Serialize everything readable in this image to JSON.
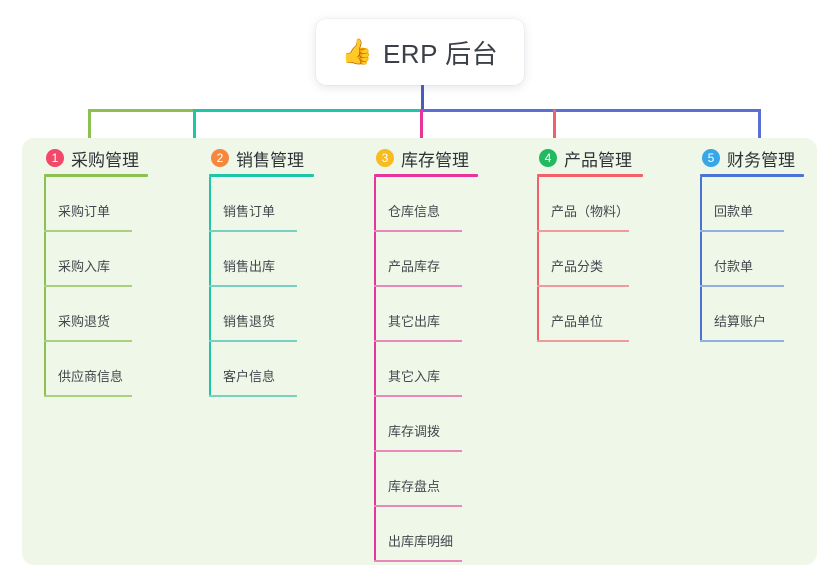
{
  "title": {
    "emoji": "👍",
    "emoji_name": "thumbs-up-emoji",
    "text": "ERP 后台"
  },
  "colors": {
    "panel_bg": "#eef7e8",
    "page_bg": "#ffffff",
    "trunk": "#4a5bbf",
    "bar_left": "#82c341",
    "bar_mid": "#15c39a",
    "bar_right": "#5a6fd4"
  },
  "columns": [
    {
      "number": "1",
      "title": "采购管理",
      "badge_color": "#f2486a",
      "line_color": "#8cc152",
      "item_line_color": "#a9d07a",
      "items": [
        "采购订单",
        "采购入库",
        "采购退货",
        "供应商信息"
      ]
    },
    {
      "number": "2",
      "title": "销售管理",
      "badge_color": "#f5883c",
      "line_color": "#1fc5a8",
      "item_line_color": "#79cfc2",
      "items": [
        "销售订单",
        "销售出库",
        "销售退货",
        "客户信息"
      ]
    },
    {
      "number": "3",
      "title": "库存管理",
      "badge_color": "#f8bb20",
      "line_color": "#e8359c",
      "item_line_color": "#e888bb",
      "items": [
        "仓库信息",
        "产品库存",
        "其它出库",
        "其它入库",
        "库存调拨",
        "库存盘点",
        "出库库明细"
      ]
    },
    {
      "number": "4",
      "title": "产品管理",
      "badge_color": "#22b960",
      "line_color": "#f3606a",
      "item_line_color": "#f09a9d",
      "items": [
        "产品（物料）",
        "产品分类",
        "产品单位"
      ]
    },
    {
      "number": "5",
      "title": "财务管理",
      "badge_color": "#36a7e8",
      "line_color": "#4b73d6",
      "item_line_color": "#93aee0",
      "items": [
        "回款单",
        "付款单",
        "结算账户"
      ]
    }
  ]
}
